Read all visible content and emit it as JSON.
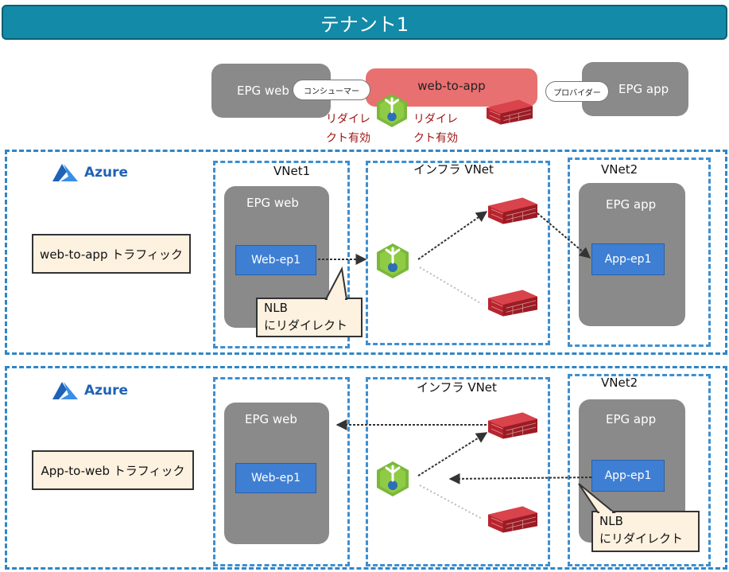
{
  "tenant": {
    "title": "テナント1"
  },
  "contract": {
    "epg_web": "EPG web",
    "epg_app": "EPG app",
    "name": "web-to-app",
    "consumer": "コンシューマー",
    "provider": "プロバイダー",
    "redirect_left": [
      "リダイレ",
      "クト有効"
    ],
    "redirect_right": [
      "リダイレ",
      "クト有効"
    ]
  },
  "panel1": {
    "cloud": "Azure",
    "traffic": "web-to-app トラフィック",
    "vnet1": "VNet1",
    "infra": "インフラ VNet",
    "vnet2": "VNet2",
    "epg_web": "EPG web",
    "epg_app": "EPG app",
    "web_ep": "Web-ep1",
    "app_ep": "App-ep1",
    "callout": [
      "NLB",
      "にリダイレクト"
    ]
  },
  "panel2": {
    "cloud": "Azure",
    "traffic": "App-to-web トラフィック",
    "infra": "インフラ VNet",
    "vnet2": "VNet2",
    "epg_web": "EPG web",
    "epg_app": "EPG app",
    "web_ep": "Web-ep1",
    "app_ep": "App-ep1",
    "callout": [
      "NLB",
      "にリダイレクト"
    ]
  },
  "colors": {
    "tenant_bar": "#138aa8",
    "contract": "#e97070",
    "epg": "#8a8a8a",
    "endpoint": "#3f7fd3",
    "dashed": "#2f86c6",
    "redirect_text": "#a01515",
    "firewall": "#c8323a",
    "nlb": "#7ab83a"
  },
  "icons": {
    "cloud": "azure-logo",
    "load_balancer": "nlb-icon",
    "firewall": "firewall-icon"
  }
}
